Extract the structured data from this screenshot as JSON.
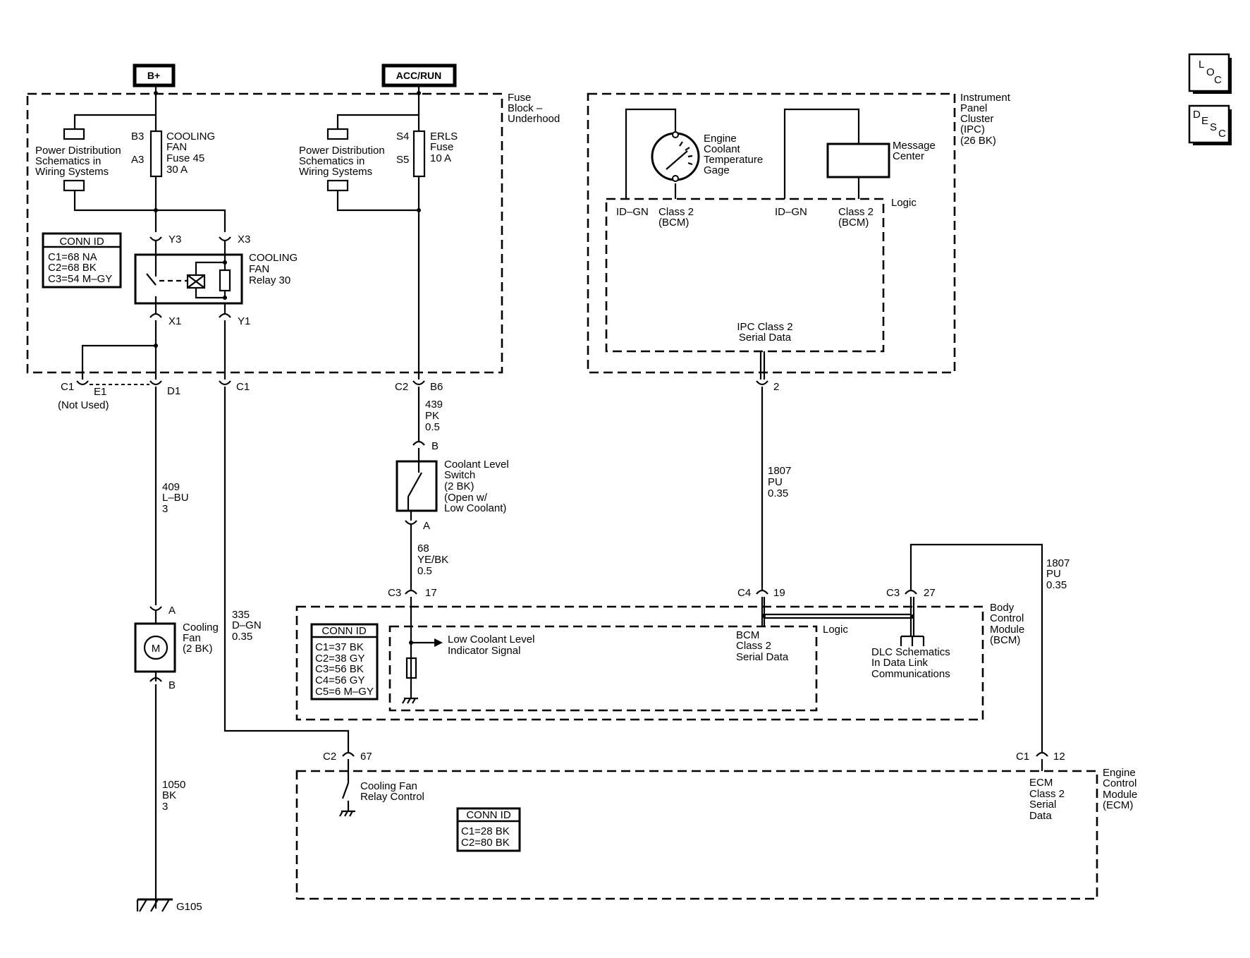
{
  "side_buttons": {
    "loc": [
      "L",
      "O",
      "C"
    ],
    "desc": [
      "D",
      "E",
      "S",
      "C"
    ]
  },
  "power": {
    "bplus": "B+",
    "accrun": "ACC/RUN"
  },
  "fuse_block": {
    "label": [
      "Fuse",
      "Block –",
      "Underhood"
    ],
    "pd_left": [
      "Power Distribution",
      "Schematics in",
      "Wiring Systems"
    ],
    "pd_right": [
      "Power Distribution",
      "Schematics in",
      "Wiring Systems"
    ],
    "cooling_fuse": {
      "pin_top": "B3",
      "pin_bottom": "A3",
      "lines": [
        "COOLING",
        "FAN",
        "Fuse 45",
        "30 A"
      ]
    },
    "erls_fuse": {
      "pin_top": "S4",
      "pin_bottom": "S5",
      "lines": [
        "ERLS",
        "Fuse",
        "10 A"
      ]
    },
    "conn_id": {
      "title": "CONN ID",
      "items": [
        "C1=68 NA",
        "C2=68 BK",
        "C3=54 M–GY"
      ]
    },
    "relay": {
      "lines": [
        "COOLING",
        "FAN",
        "Relay 30"
      ],
      "pins": [
        "Y3",
        "X3",
        "X1",
        "Y1"
      ]
    },
    "bottom_conns": {
      "c1": "C1",
      "e1": "E1",
      "not_used": "(Not Used)",
      "d1": "D1",
      "c1b": "C1",
      "c2": "C2",
      "b6": "B6"
    }
  },
  "ipc": {
    "label": [
      "Instrument",
      "Panel",
      "Cluster",
      "(IPC)",
      "(26 BK)"
    ],
    "gauge": [
      "Engine",
      "Coolant",
      "Temperature",
      "Gage"
    ],
    "message": [
      "Message",
      "Center"
    ],
    "logic": "Logic",
    "idgn1": "ID–GN",
    "class2_1": [
      "Class 2",
      "(BCM)"
    ],
    "idgn2": "ID–GN",
    "class2_2": [
      "Class 2",
      "(BCM)"
    ],
    "serial": [
      "IPC Class 2",
      "Serial Data"
    ],
    "pin": "2"
  },
  "wires": {
    "w439": [
      "439",
      "PK",
      "0.5"
    ],
    "w68": [
      "68",
      "YE/BK",
      "0.5"
    ],
    "w409": [
      "409",
      "L–BU",
      "3"
    ],
    "w335": [
      "335",
      "D–GN",
      "0.35"
    ],
    "w1050": [
      "1050",
      "BK",
      "3"
    ],
    "w1807a": [
      "1807",
      "PU",
      "0.35"
    ],
    "w1807b": [
      "1807",
      "PU",
      "0.35"
    ]
  },
  "coolant_switch": {
    "pin_top": "B",
    "pin_bottom": "A",
    "lines": [
      "Coolant Level",
      "Switch",
      "(2 BK)",
      "(Open w/",
      "Low Coolant)"
    ]
  },
  "cooling_fan": {
    "pin_top": "A",
    "pin_bottom": "B",
    "motor": "M",
    "lines": [
      "Cooling",
      "Fan",
      "(2 BK)"
    ]
  },
  "ground": "G105",
  "bcm": {
    "label": [
      "Body",
      "Control",
      "Module",
      "(BCM)"
    ],
    "conn_id": {
      "title": "CONN ID",
      "items": [
        "C1=37 BK",
        "C2=38 GY",
        "C3=56 BK",
        "C4=56 GY",
        "C5=6 M–GY"
      ]
    },
    "c3": "C3",
    "p17": "17",
    "c4": "C4",
    "p19": "19",
    "c3b": "C3",
    "p27": "27",
    "logic": "Logic",
    "indicator": [
      "Low Coolant Level",
      "Indicator Signal"
    ],
    "serial": [
      "BCM",
      "Class 2",
      "Serial Data"
    ],
    "dlc": [
      "DLC Schematics",
      "In Data Link",
      "Communications"
    ]
  },
  "ecm": {
    "label": [
      "Engine",
      "Control",
      "Module",
      "(ECM)"
    ],
    "c2": "C2",
    "p67": "67",
    "c1": "C1",
    "p12": "12",
    "relay_ctrl": [
      "Cooling Fan",
      "Relay Control"
    ],
    "conn_id": {
      "title": "CONN ID",
      "items": [
        "C1=28 BK",
        "C2=80 BK"
      ]
    },
    "serial": [
      "ECM",
      "Class 2",
      "Serial",
      "Data"
    ]
  }
}
